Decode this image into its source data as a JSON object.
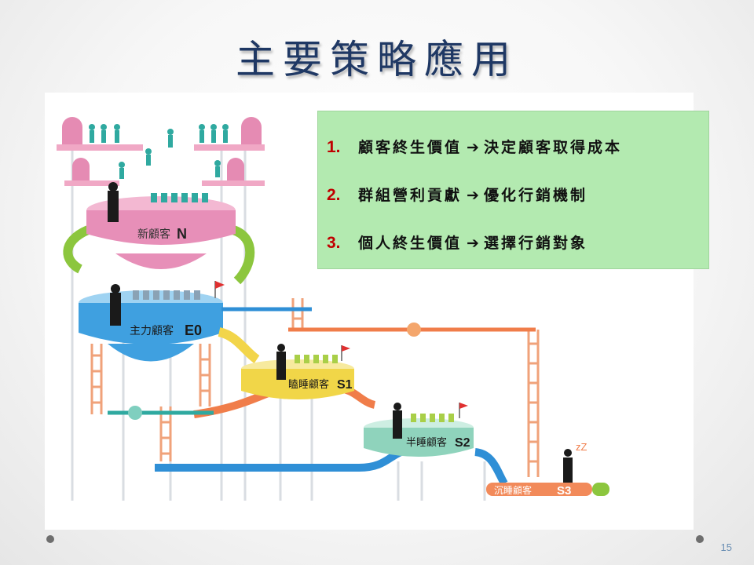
{
  "slide": {
    "title": "主要策略應用",
    "page_number": "15"
  },
  "strategies": [
    {
      "num": "1.",
      "left": "顧客終生價值",
      "arrow": "➔",
      "right": "決定顧客取得成本"
    },
    {
      "num": "2.",
      "left": "群組營利貢獻",
      "arrow": "➔",
      "right": "優化行銷機制"
    },
    {
      "num": "3.",
      "left": "個人終生價值",
      "arrow": "➔",
      "right": "選擇行銷對象"
    }
  ],
  "illustration": {
    "pools": [
      {
        "label": "新顧客",
        "code": "N",
        "color": "#e9a6c4"
      },
      {
        "label": "主力顧客",
        "code": "E0",
        "color": "#6fb5e6"
      },
      {
        "label": "瞌睡顧客",
        "code": "S1",
        "color": "#f4e27a"
      },
      {
        "label": "半睡顧客",
        "code": "S2",
        "color": "#a6dcc8"
      },
      {
        "label": "沉睡顧客",
        "code": "S3",
        "color": "#f28a5a"
      }
    ],
    "sleep_mark": "zZ"
  },
  "colors": {
    "title": "#1f3864",
    "number_red": "#c00000",
    "strategy_bg": "#b3eab0",
    "pipe_blue": "#2f8fd6",
    "pipe_orange": "#f07d4a",
    "flag_red": "#e03030"
  }
}
